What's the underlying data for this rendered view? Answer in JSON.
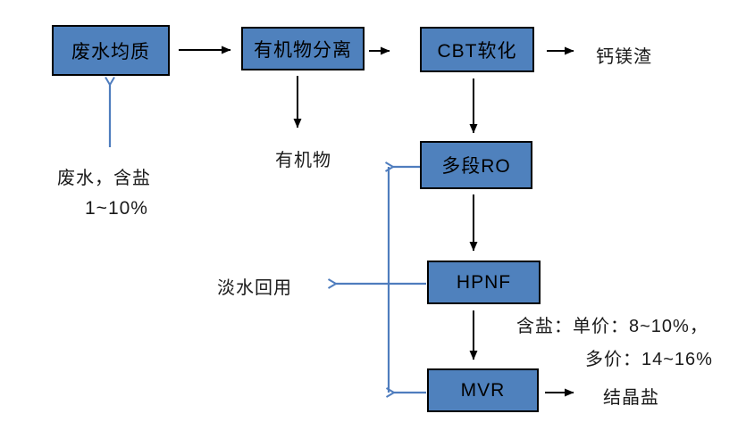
{
  "diagram": {
    "title": "wastewater-treatment-process-flowchart",
    "boxes": [
      {
        "id": "homogenization",
        "label": "废水均质"
      },
      {
        "id": "organic-separation",
        "label": "有机物分离"
      },
      {
        "id": "cbt-softening",
        "label": "CBT软化"
      },
      {
        "id": "multistage-ro",
        "label": "多段RO"
      },
      {
        "id": "hpnf",
        "label": "HPNF"
      },
      {
        "id": "mvr",
        "label": "MVR"
      }
    ],
    "labels": {
      "feed_line1": "废水，含盐",
      "feed_line2": "1~10%",
      "organics": "有机物",
      "ca_mg_residue": "钙镁渣",
      "freshwater_reuse": "淡水回用",
      "salt_note_line1": "含盐：单价：8~10%，",
      "salt_note_line2": "多价：14~16%",
      "crystallized_salt": "结晶盐"
    },
    "colors": {
      "box_fill": "#4f81bd",
      "box_border": "#000000",
      "black_arrow": "#000000",
      "blue_arrow": "#4f7dbe",
      "background": "#ffffff"
    }
  }
}
